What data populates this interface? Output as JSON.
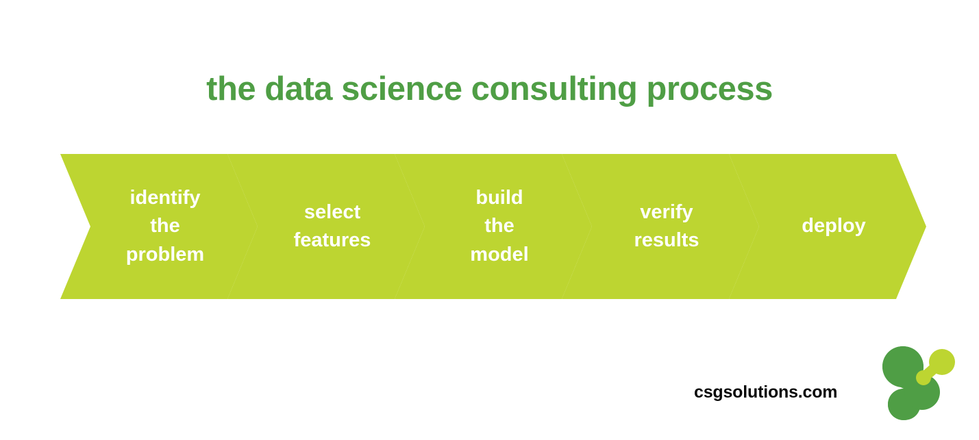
{
  "title": "the data science consulting process",
  "colors": {
    "title_green": "#4f9e45",
    "chevron_green": "#bdd531",
    "label_white": "#ffffff",
    "url_black": "#0a0a0a",
    "logo_dark_green": "#4f9e45",
    "logo_light_green": "#bdd531",
    "background": "#ffffff"
  },
  "process": {
    "steps": [
      {
        "index": 1,
        "label": "identify\nthe\nproblem",
        "lines": [
          "identify",
          "the",
          "problem"
        ]
      },
      {
        "index": 2,
        "label": "select\nfeatures",
        "lines": [
          "select",
          "features"
        ]
      },
      {
        "index": 3,
        "label": "build\nthe\nmodel",
        "lines": [
          "build",
          "the",
          "model"
        ]
      },
      {
        "index": 4,
        "label": "verify\nresults",
        "lines": [
          "verify",
          "results"
        ]
      },
      {
        "index": 5,
        "label": "deploy",
        "lines": [
          "deploy"
        ]
      }
    ]
  },
  "footer": {
    "site_url": "csgsolutions.com",
    "logo_name": "csg-solutions-logo"
  },
  "chart_data": {
    "type": "diagram",
    "subtype": "chevron-process-flow",
    "title": "the data science consulting process",
    "direction": "left-to-right",
    "step_count": 5,
    "categories": [
      "identify the problem",
      "select features",
      "build the model",
      "verify results",
      "deploy"
    ],
    "legend": [],
    "annotations": [
      "csgsolutions.com"
    ]
  }
}
